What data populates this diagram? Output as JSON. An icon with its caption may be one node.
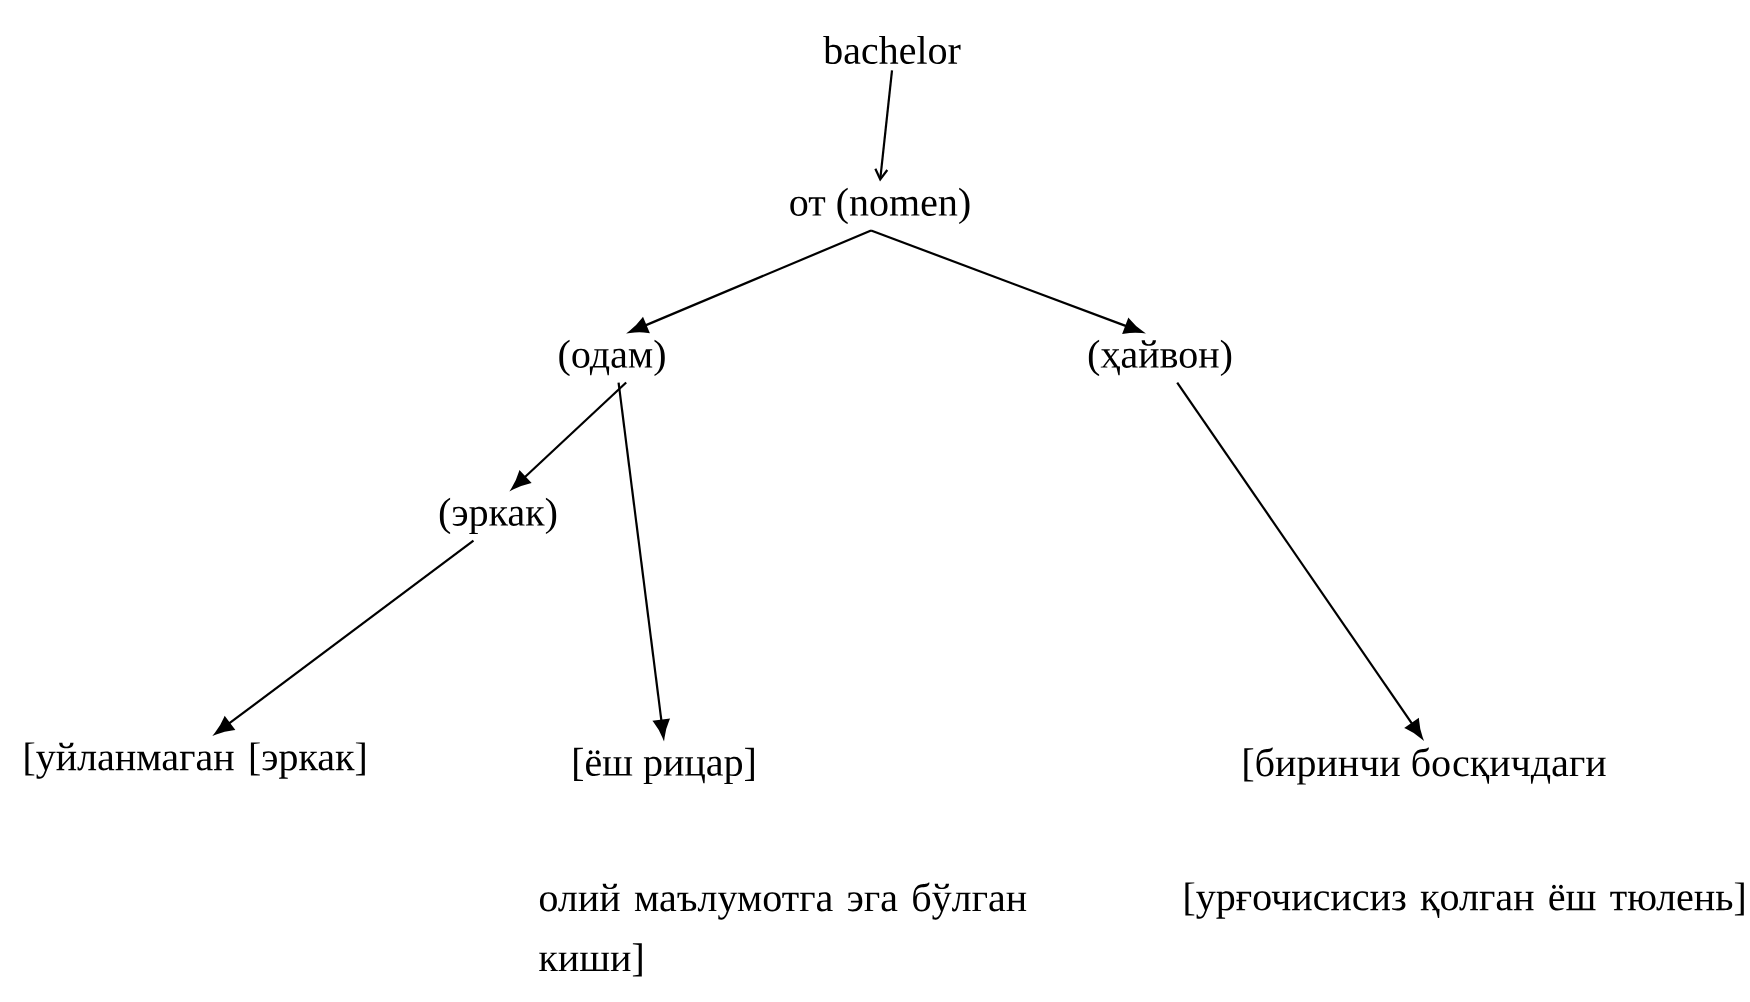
{
  "diagram": {
    "nodes": [
      {
        "text": [
          "bachelor"
        ]
      },
      {
        "text": [
          "от (nomen)"
        ]
      },
      {
        "text": [
          "(одам)"
        ]
      },
      {
        "text": [
          "(ҳайвон)"
        ]
      },
      {
        "text": [
          "(эркак)"
        ]
      },
      {
        "text": [
          "[уйланмаган [эркак]"
        ]
      },
      {
        "text": [
          "[ёш рицар]"
        ]
      },
      {
        "text": [
          "[биринчи босқичдаги"
        ]
      }
    ],
    "edges": [
      {
        "from": 0,
        "to": 1,
        "arrow": "to"
      },
      {
        "from": 1,
        "to": 2,
        "arrow": "to"
      },
      {
        "from": 1,
        "to": 3,
        "arrow": "to"
      },
      {
        "from": 2,
        "to": 4,
        "arrow": "to"
      },
      {
        "from": 2,
        "to": 6,
        "arrow": "to"
      },
      {
        "from": 4,
        "to": 5,
        "arrow": "to"
      },
      {
        "from": 3,
        "to": 7,
        "arrow": "to"
      }
    ],
    "labels": [
      "олий маълумотга эга бўлган киши]",
      "[урғочисисиз қолган ёш тюлень]"
    ]
  }
}
